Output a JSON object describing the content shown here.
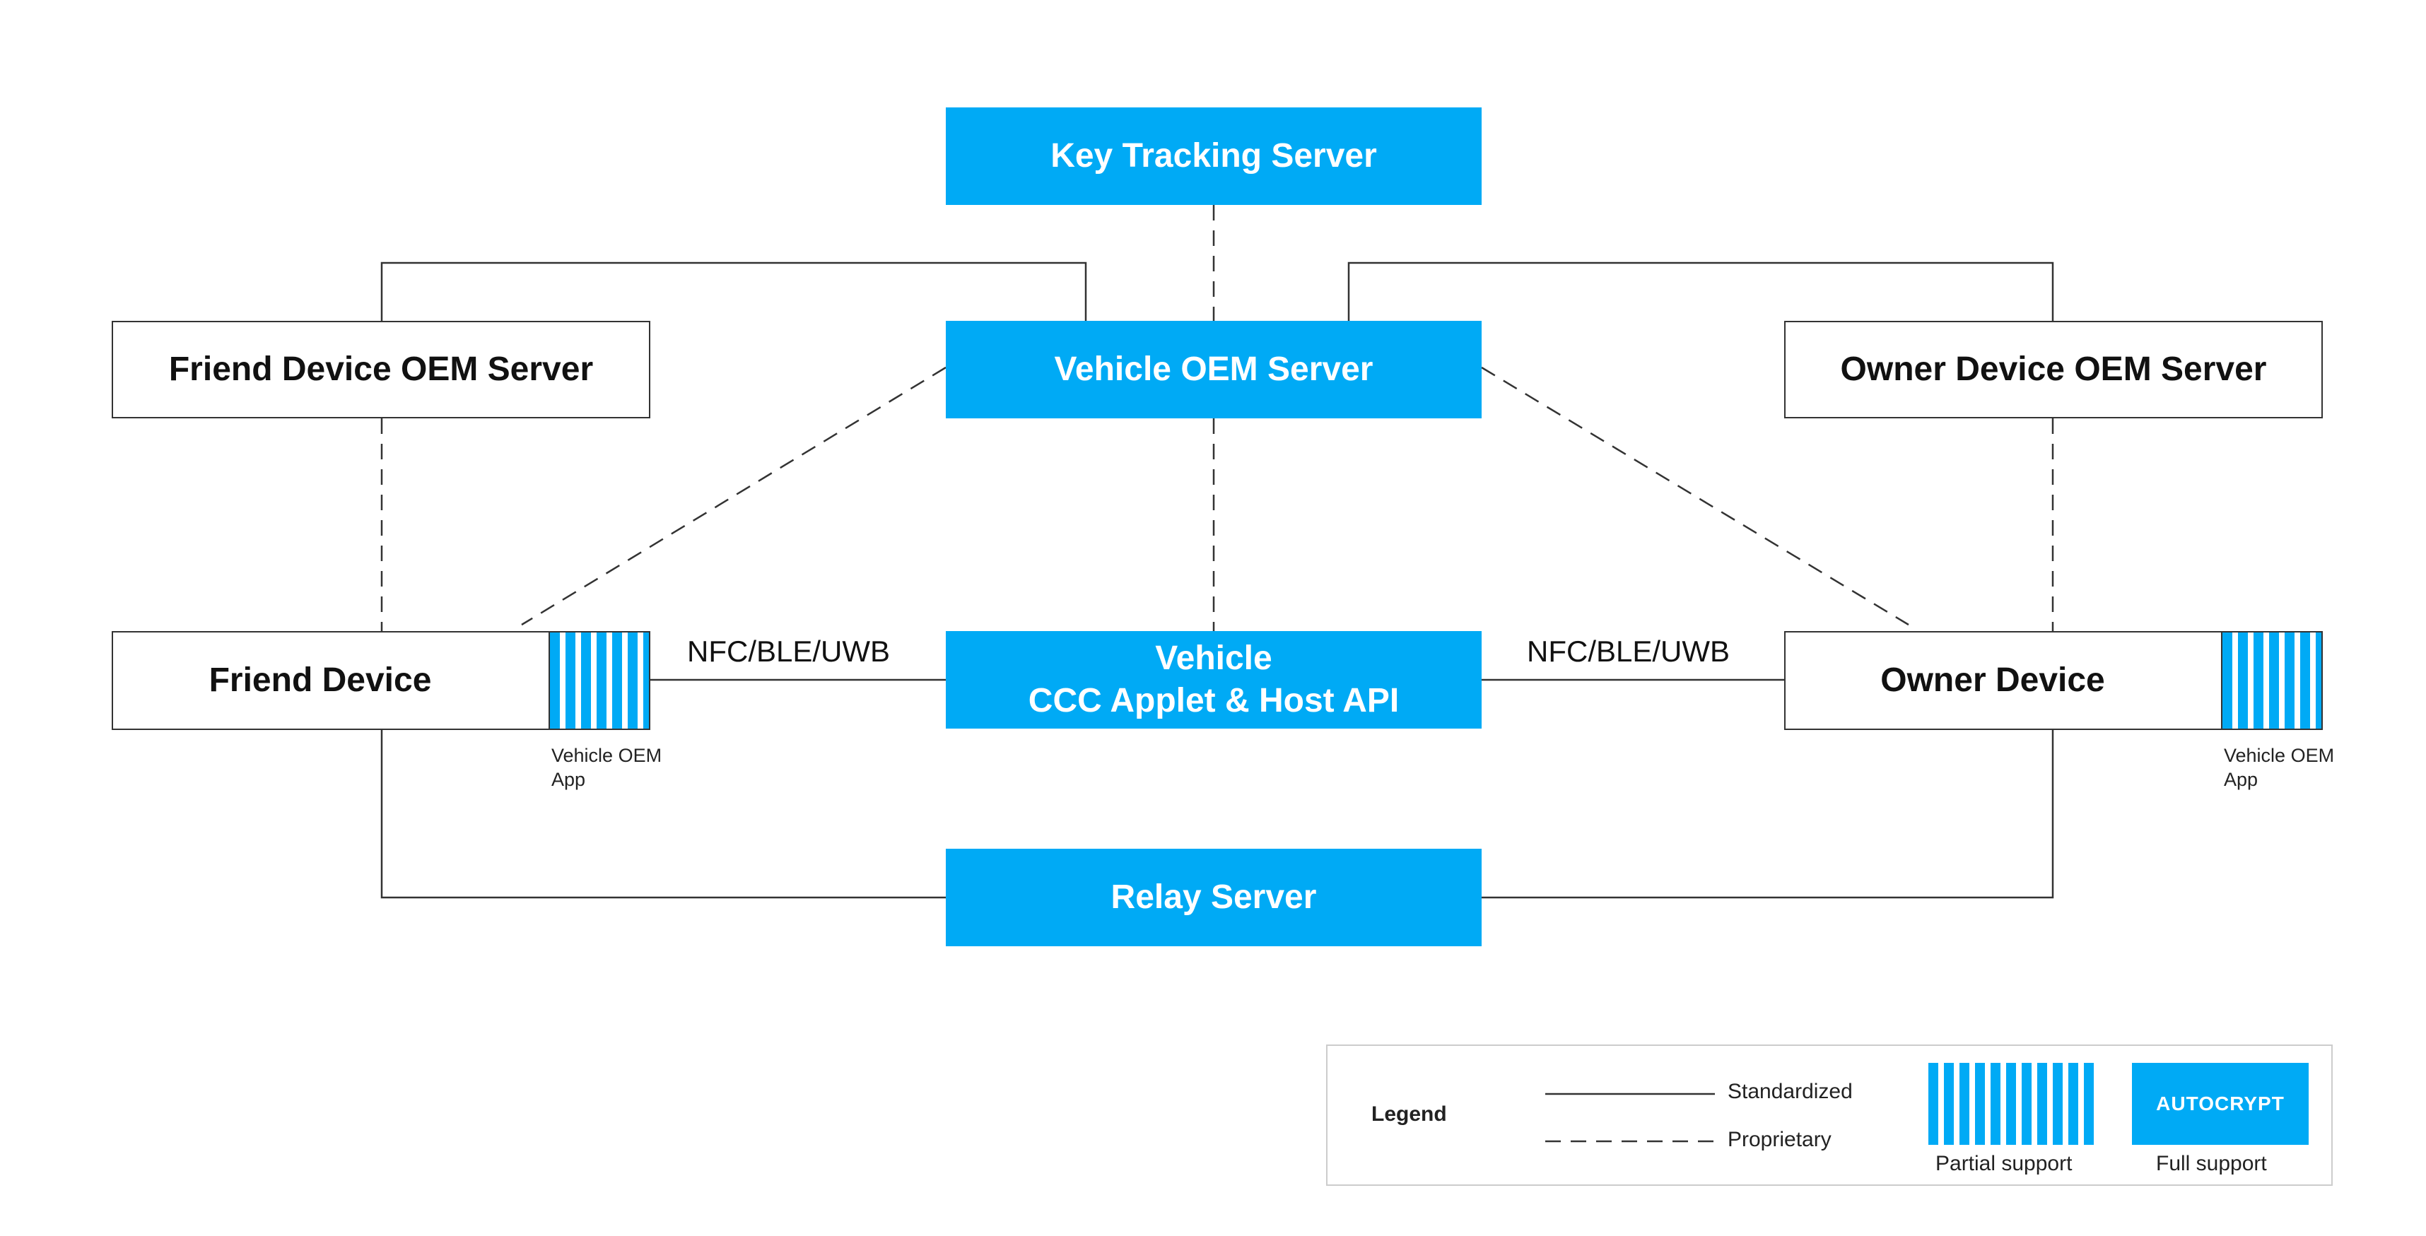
{
  "nodes": {
    "key_tracking": "Key Tracking Server",
    "vehicle_oem": "Vehicle OEM Server",
    "friend_oem": "Friend Device OEM Server",
    "owner_oem": "Owner Device OEM Server",
    "vehicle_line1": "Vehicle",
    "vehicle_line2": "CCC Applet & Host API",
    "friend_device": "Friend Device",
    "owner_device": "Owner Device",
    "relay": "Relay Server"
  },
  "app_caption": {
    "line1": "Vehicle OEM",
    "line2": "App"
  },
  "links": {
    "left_protocol": "NFC/BLE/UWB",
    "right_protocol": "NFC/BLE/UWB"
  },
  "legend": {
    "title": "Legend",
    "standardized": "Standardized",
    "proprietary": "Proprietary",
    "partial": "Partial support",
    "full_badge": "AUTOCRYPT",
    "full": "Full support"
  },
  "colors": {
    "full_support": "#00aaf5",
    "line": "#333333"
  }
}
